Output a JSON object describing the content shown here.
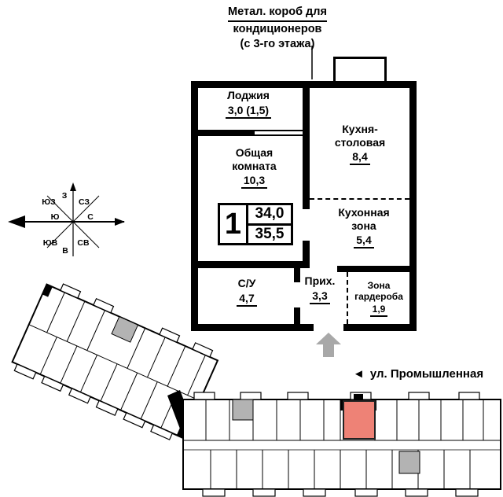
{
  "annotation": {
    "line1": "Метал. короб для",
    "line2": "кондиционеров",
    "line3": "(с 3-го этажа)"
  },
  "apartment_badge": {
    "rooms": "1",
    "area_top": "34,0",
    "area_bottom": "35,5"
  },
  "rooms": {
    "loggia": {
      "name": "Лоджия",
      "area": "3,0 (1,5)"
    },
    "kitchen_dining": {
      "name": "Кухня-столовая",
      "area": "8,4"
    },
    "living": {
      "name": "Общая комната",
      "area": "10,3"
    },
    "kitchen_zone": {
      "name": "Кухонная зона",
      "area": "5,4"
    },
    "bathroom": {
      "name": "С/У",
      "area": "4,7"
    },
    "hallway": {
      "name": "Прих.",
      "area": "3,3"
    },
    "wardrobe": {
      "name": "Зона гардероба",
      "area": "1,9"
    }
  },
  "compass": {
    "n": "С",
    "ne": "СВ",
    "e": "В",
    "se": "ЮВ",
    "s": "Ю",
    "sw": "ЮЗ",
    "w": "З",
    "nw": "СЗ"
  },
  "street_sign": {
    "arrow": "◄",
    "name": "ул. Промышленная"
  },
  "colors": {
    "highlight_apartment": "#ee8276",
    "entrance_arrow": "#a8a8a8",
    "wall": "#000000"
  }
}
